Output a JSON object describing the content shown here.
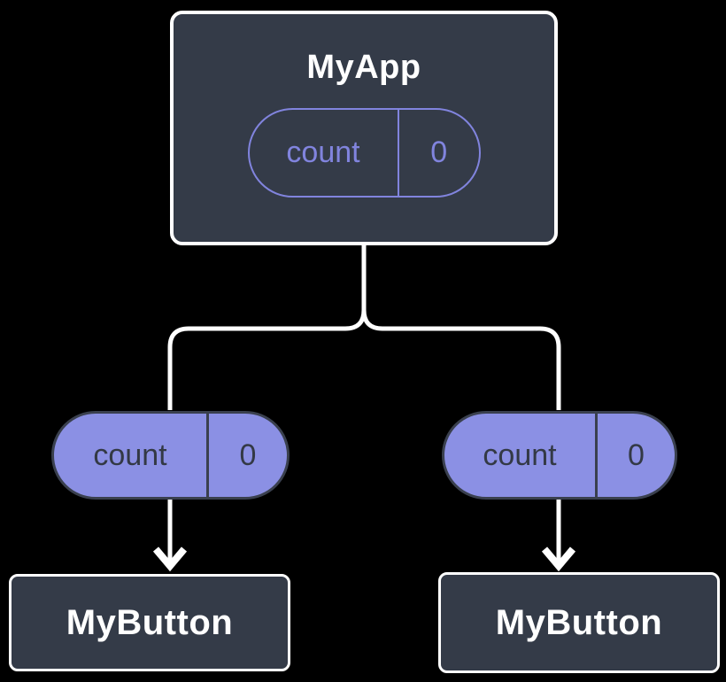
{
  "diagram": {
    "background": "#000000",
    "colors": {
      "background": "#000000",
      "box_fill": "#343B48",
      "box_border": "#FFFFFF",
      "pill_fill": "#8B90E4",
      "pill_border": "#3A404E",
      "pill_text_dark": "#333945",
      "pill_outline": "#8184DE",
      "connector": "#FFFFFF",
      "title_text": "#FFFFFF"
    },
    "root": {
      "title": "MyApp",
      "state": {
        "name": "count",
        "value": "0"
      }
    },
    "props": [
      {
        "name": "count",
        "value": "0"
      },
      {
        "name": "count",
        "value": "0"
      }
    ],
    "children": [
      {
        "title": "MyButton"
      },
      {
        "title": "MyButton"
      }
    ]
  }
}
